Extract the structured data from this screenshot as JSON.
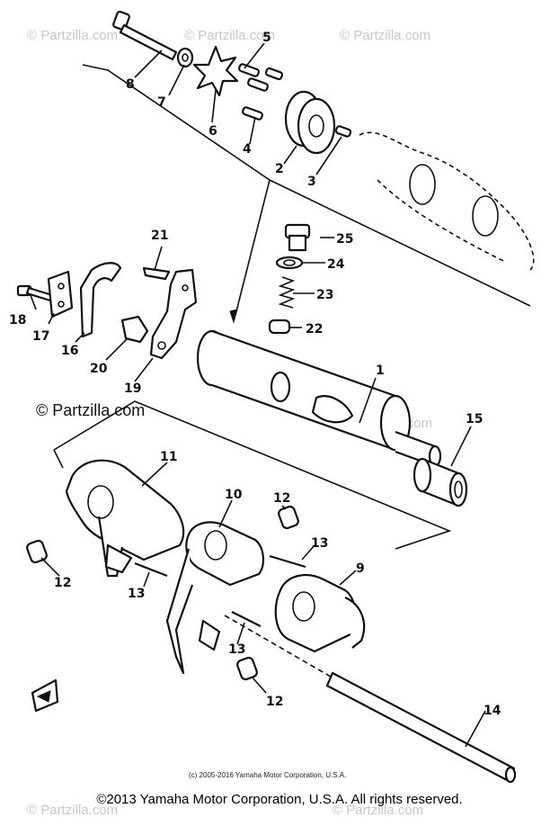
{
  "watermarks": {
    "top_left": "© Partzilla.com",
    "top_center": "© Partzilla.com",
    "top_right": "© Partzilla.com",
    "middle_left": "© Partzilla.com",
    "middle_center": "© Partzilla.com",
    "bottom_left": "© Partzilla.com",
    "bottom_right": "© Partzilla.com"
  },
  "callouts": {
    "p1": "1",
    "p2": "2",
    "p3": "3",
    "p4": "4",
    "p5": "5",
    "p6": "6",
    "p7": "7",
    "p8": "8",
    "p9": "9",
    "p10": "10",
    "p11": "11",
    "p12a": "12",
    "p12b": "12",
    "p12c": "12",
    "p13a": "13",
    "p13b": "13",
    "p13c": "13",
    "p14": "14",
    "p15": "15",
    "p16": "16",
    "p17": "17",
    "p18": "18",
    "p19": "19",
    "p20": "20",
    "p21": "21",
    "p22": "22",
    "p23": "23",
    "p24": "24",
    "p25": "25"
  },
  "small_copyright": "(c) 2005-2016 Yamaha Motor Corporation, U.S.A.",
  "footer_copyright": "©2013 Yamaha Motor Corporation, U.S.A. All rights reserved."
}
